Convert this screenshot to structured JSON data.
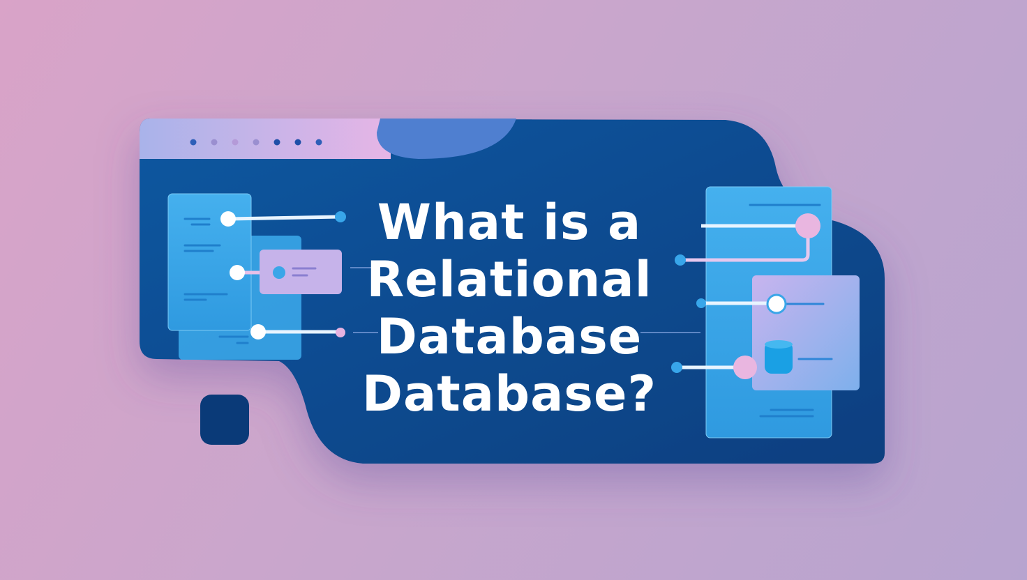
{
  "title": {
    "lines": [
      "What is a",
      "Relational",
      "Database",
      "Database?"
    ]
  },
  "colors": {
    "panel": "#0b4a8f",
    "card": "#3aa6e8",
    "lavender": "#c6b3ea",
    "pink_node": "#e9b6e0"
  },
  "icons": [
    "window-dots-icon",
    "database-cylinder-icon",
    "node-connector-icon"
  ]
}
